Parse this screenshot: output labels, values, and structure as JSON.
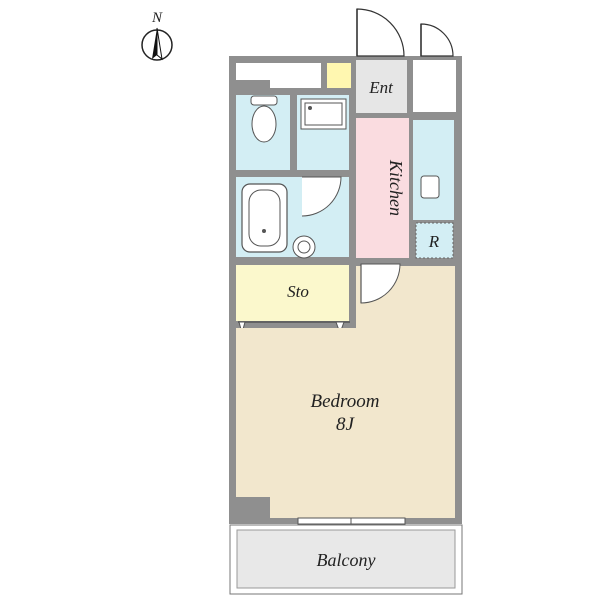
{
  "compass": {
    "north_label": "N"
  },
  "rooms": {
    "entrance": "Ent",
    "kitchen": "Kitchen",
    "refrigerator": "R",
    "storage": "Sto",
    "bedroom": "Bedroom",
    "bedroom_size": "8J",
    "balcony": "Balcony"
  },
  "colors": {
    "wall": "#8f8f8f",
    "wet_area": "#d3eef4",
    "kitchen": "#fadce0",
    "storage": "#fbf8cc",
    "bedroom": "#f2e7cd",
    "entrance": "#e6e6e6",
    "yellow_patch": "#fff7b0",
    "balcony": "#e8e8e8"
  }
}
